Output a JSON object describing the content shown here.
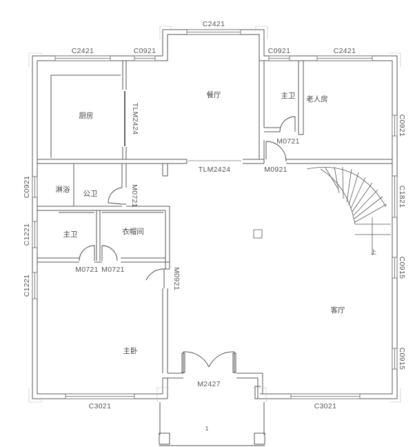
{
  "drawing": {
    "type": "floor-plan",
    "rooms": [
      {
        "id": "kitchen",
        "label": "厨房"
      },
      {
        "id": "dining",
        "label": "餐厅"
      },
      {
        "id": "master-bath-top",
        "label": "主卫"
      },
      {
        "id": "elder-room",
        "label": "老人房"
      },
      {
        "id": "shower",
        "label": "淋浴"
      },
      {
        "id": "public-bath",
        "label": "公卫"
      },
      {
        "id": "master-bath",
        "label": "主卫"
      },
      {
        "id": "closet",
        "label": "衣帽间"
      },
      {
        "id": "living-room",
        "label": "客厅"
      },
      {
        "id": "master-bedroom",
        "label": "主卧"
      },
      {
        "id": "porch",
        "label": "1"
      }
    ],
    "windows": [
      {
        "id": "w-dining-top",
        "code": "C2421"
      },
      {
        "id": "w-kitchen-top",
        "code": "C2421"
      },
      {
        "id": "w-kitchen-small",
        "code": "C0921"
      },
      {
        "id": "w-bath-top",
        "code": "C0921"
      },
      {
        "id": "w-elder-top",
        "code": "C2421"
      },
      {
        "id": "w-elder-right",
        "code": "C0921"
      },
      {
        "id": "w-shower-left",
        "code": "C0921"
      },
      {
        "id": "w-mbath-left",
        "code": "C1221"
      },
      {
        "id": "w-bed-left",
        "code": "C1221"
      },
      {
        "id": "w-stair-right",
        "code": "C1821"
      },
      {
        "id": "w-living-right1",
        "code": "C0915"
      },
      {
        "id": "w-living-right2",
        "code": "C0915"
      },
      {
        "id": "w-bed-bottom",
        "code": "C3021"
      },
      {
        "id": "w-living-bottom",
        "code": "C3021"
      }
    ],
    "doors": [
      {
        "id": "d-kitchen-slide",
        "code": "TLM2424"
      },
      {
        "id": "d-dining-slide",
        "code": "TLM2424"
      },
      {
        "id": "d-bath-top",
        "code": "M0721"
      },
      {
        "id": "d-elder",
        "code": "M0921"
      },
      {
        "id": "d-public-bath",
        "code": "M0721"
      },
      {
        "id": "d-mbath",
        "code": "M0721"
      },
      {
        "id": "d-closet",
        "code": "M0721"
      },
      {
        "id": "d-bedroom",
        "code": "M0921"
      },
      {
        "id": "d-entrance",
        "code": "M2427"
      }
    ],
    "stair": {
      "label": "上"
    }
  }
}
